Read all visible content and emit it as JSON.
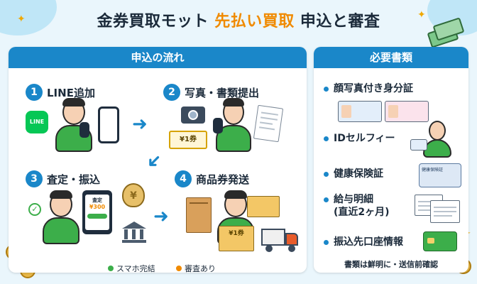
{
  "title": {
    "prefix": "金券買取モット",
    "highlight": "先払い買取",
    "suffix": "申込と審査"
  },
  "flow": {
    "header": "申込の流れ",
    "steps": [
      {
        "number": "1",
        "label": "LINE追加"
      },
      {
        "number": "2",
        "label": "写真・書類提出"
      },
      {
        "number": "3",
        "label": "査定・振込"
      },
      {
        "number": "4",
        "label": "商品券発送"
      }
    ],
    "line_icon_text": "LINE",
    "ticket_text": "¥1券",
    "appraisal_screen": {
      "title": "査定",
      "amount": "¥300"
    },
    "envelope_ticket_text": "¥1券",
    "moneybag_symbol": "¥",
    "check_symbol": "✓"
  },
  "legend": [
    {
      "label": "スマホ完結",
      "color": "#3cae4a"
    },
    {
      "label": "審査あり",
      "color": "#f08a00"
    }
  ],
  "docs": {
    "header": "必要書類",
    "items": [
      {
        "lines": [
          "顔写真付き身分証"
        ]
      },
      {
        "lines": [
          "IDセルフィー"
        ]
      },
      {
        "lines": [
          "健康保険証"
        ]
      },
      {
        "lines": [
          "給与明細",
          "(直近2ヶ月)"
        ]
      },
      {
        "lines": [
          "振込先口座情報"
        ]
      }
    ],
    "insurance_card_text": "健康保険証",
    "note": "書類は鮮明に・送信前確認"
  },
  "colors": {
    "accent": "#1a87c9",
    "highlight": "#f08a00",
    "green": "#3cae4a"
  }
}
